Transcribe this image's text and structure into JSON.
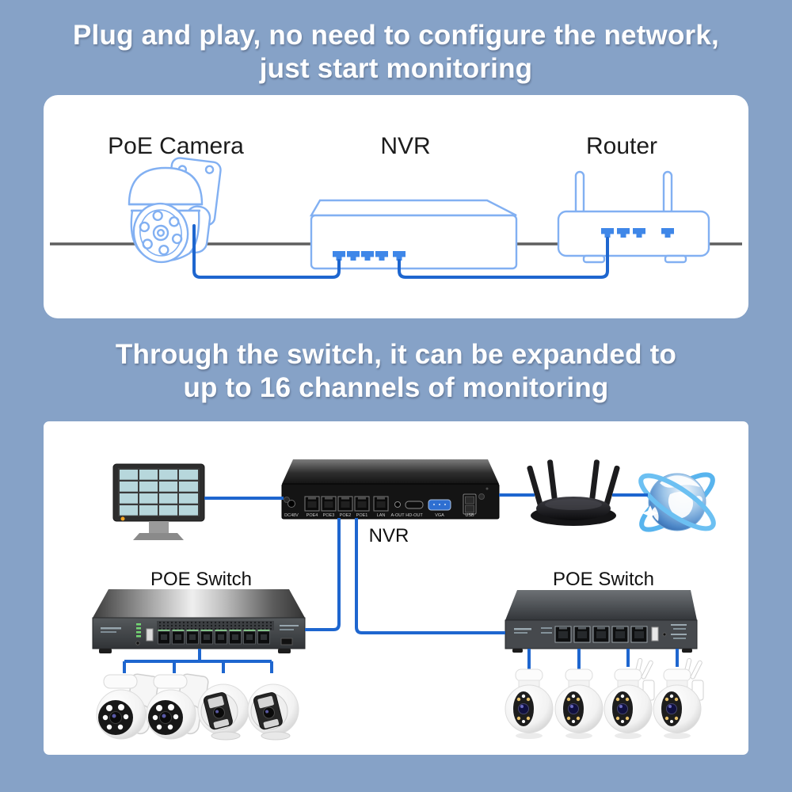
{
  "colors": {
    "background": "#86a2c7",
    "panel": "#ffffff",
    "cable_blue": "#1e66cf",
    "lineart_blue": "#82b0f2",
    "port_blue": "#3f87e8",
    "ground_gray": "#5f5f5f",
    "heading_text": "#ffffff",
    "label_text": "#1c1c1c"
  },
  "heading1": {
    "line1": "Plug and play, no need to configure the network,",
    "line2": "just start monitoring"
  },
  "heading2": {
    "line1": "Through the switch, it can be expanded to",
    "line2": "up to 16 channels of monitoring"
  },
  "panel1": {
    "camera_label": "PoE Camera",
    "nvr_label": "NVR",
    "router_label": "Router"
  },
  "panel2": {
    "nvr_label": "NVR",
    "left_switch_label": "POE Switch",
    "right_switch_label": "POE Switch",
    "nvr_ports": [
      "DC48V",
      "POE4",
      "POE3",
      "POE2",
      "POE1",
      "LAN",
      "A-OUT",
      "HD-OUT",
      "VGA",
      "USB"
    ]
  }
}
